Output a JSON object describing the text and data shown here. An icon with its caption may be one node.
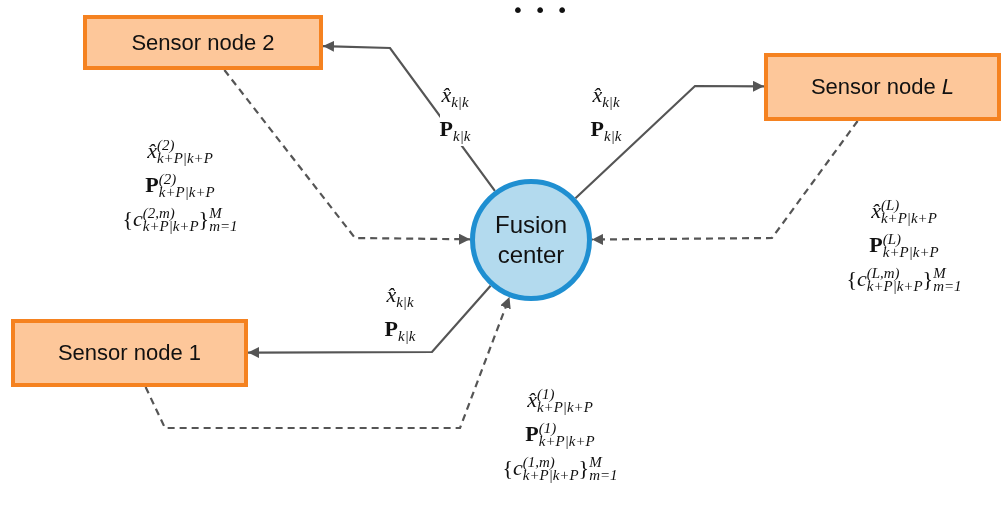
{
  "diagram": {
    "nodes": [
      {
        "text": [
          "Sensor node 2"
        ]
      },
      {
        "text": [
          "Sensor node *L*"
        ]
      },
      {
        "text": [
          "Fusion center"
        ]
      },
      {
        "text": [
          "Sensor node 1"
        ]
      }
    ],
    "edges": [
      {
        "from": 2,
        "to": 0,
        "arrow": "to",
        "label": "*x̂*$_{k|k}$ **P**$_{k|k}$"
      },
      {
        "from": 2,
        "to": 1,
        "arrow": "to",
        "label": "*x̂*$_{k|k}$ **P**$_{k|k}$"
      },
      {
        "from": 2,
        "to": 3,
        "arrow": "to",
        "label": "*x̂*$_{k|k}$ **P**$_{k|k}$"
      },
      {
        "from": 0,
        "to": 2,
        "arrow": "to",
        "style": "dashed",
        "label": "*x̂*$^{(2)}$$_{k+P|k+P}$ **P**$^{(2)}$$_{k+P|k+P}$ {*c*$^{(2,m)}$$_{k+P|k+P}$}$^{M}$$_{m=1}$"
      },
      {
        "from": 1,
        "to": 2,
        "arrow": "to",
        "style": "dashed",
        "label": "*x̂*$^{(L)}$$_{k+P|k+P}$ **P**$^{(L)}$$_{k+P|k+P}$ {*c*$^{(L,m)}$$_{k+P|k+P}$}$^{M}$$_{m=1}$"
      },
      {
        "from": 3,
        "to": 2,
        "arrow": "to",
        "style": "dashed",
        "label": "*x̂*$^{(1)}$$_{k+P|k+P}$ **P**$^{(1)}$$_{k+P|k+P}$ {*c*$^{(1,m)}$$_{k+P|k+P}$}$^{M}$$_{m=1}$"
      }
    ],
    "labels": [
      "• • •"
    ]
  }
}
